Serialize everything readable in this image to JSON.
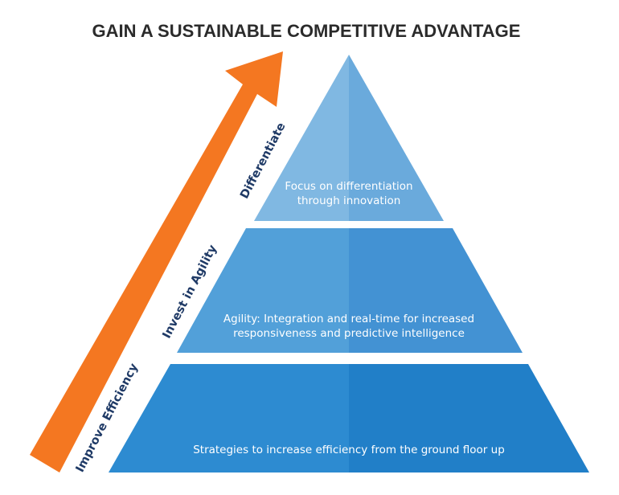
{
  "title": "GAIN A SUSTAINABLE COMPETITIVE ADVANTAGE",
  "arrow": {
    "color": "#f47721",
    "labels": [
      "Improve Efficiency",
      "Invest in Agility",
      "Differentiate"
    ]
  },
  "tiers": [
    {
      "id": "top",
      "lines": [
        "Focus on differentiation",
        "through innovation"
      ],
      "color_left": "#80b8e2",
      "color_right": "#6aaadc"
    },
    {
      "id": "middle",
      "lines": [
        "Agility: Integration and real-time for increased",
        "responsiveness and predictive intelligence"
      ],
      "color_left": "#52a0d9",
      "color_right": "#4392d3"
    },
    {
      "id": "bottom",
      "lines": [
        "Strategies to increase efficiency from the ground floor up"
      ],
      "color_left": "#2d8bd1",
      "color_right": "#217fc8"
    }
  ]
}
